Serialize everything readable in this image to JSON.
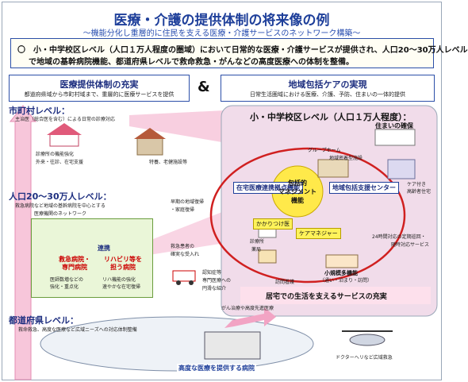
{
  "title": "医療・介護の提供体制の将来像の例",
  "subtitle": "～機能分化し重層的に住民を支える医療・介護サービスのネットワーク構築～",
  "policy": {
    "line1": "〇　小・中学校区レベル（人口１万人程度の圏域）において日常的な医療・介護サービスが提供され、人口20～30万人レベル",
    "line2": "で地域の基幹病院機能、都道府県レベルで救命救急・がんなどの高度医療への体制を整備。"
  },
  "left_header": {
    "title": "医療提供体制の充実",
    "desc": "都道府県域から市町村域まで、重層的に医療サービスを提供"
  },
  "ampersand": "&",
  "right_header": {
    "title": "地域包括ケアの実現",
    "desc": "日常生活圏域における医療、介護、予防、住まいの一体的提供"
  },
  "municipal": {
    "label": "市町村レベル：",
    "desc": "主治医（総合医を含む）による日常の診療対応"
  },
  "clinic_notes": [
    "診療所の機能強化",
    "外来・往診、在宅支援"
  ],
  "special_beds": "特養、老健施設等",
  "pop_level": {
    "label": "人口20～30万人レベル：",
    "desc1": "救急病院など地域の基幹病院を中心とする",
    "desc2": "医療機関のネットワーク"
  },
  "coop_label": "連携",
  "emergency_hospital": {
    "line1": "救急病院・",
    "line2": "専門病院"
  },
  "rehab_hospital": {
    "line1": "リハビリ等を",
    "line2": "担う病院"
  },
  "hospital_notes": {
    "left1": "医師数増などの",
    "left2": "強化・重点化",
    "right1": "リハ機能の強化",
    "right2": "速やかな在宅復帰"
  },
  "early_return": [
    "早期の地域復帰",
    "・家庭復帰"
  ],
  "acceptance": [
    "救急患者の",
    "確実な受入れ"
  ],
  "dementia": [
    "認知症等",
    "専門医療への",
    "円滑な紹介"
  ],
  "prefecture": {
    "label": "都道府県レベル：",
    "desc": "救命救急、高度な医療など広域ニーズへの対応体制整備"
  },
  "cancer_note": "がん治療や高度先進医療",
  "advanced_hospital": "高度な医療を提供する病院",
  "doctor_heli": "ドクターヘリなど広域救急",
  "area": {
    "label": "小・中学校区レベル（人口１万人程度）：",
    "housing": "住まいの確保",
    "group_home": "グループホーム",
    "community_facility": "地域密着型施設",
    "care_housing": [
      "ケア付き",
      "高齢者住宅"
    ],
    "home_care_base": "在宅医療連携拠点機能",
    "center_title": [
      "包括的",
      "マネジメント",
      "機能"
    ],
    "support_center": "地域包括支援センター",
    "family_doctor": "かかりつけ医",
    "care_manager": "ケアマネジャー",
    "patrol_service": [
      "24時間対応の定期巡回・",
      "随時対応サービス"
    ],
    "pharmacy": [
      "薬局",
      "薬局"
    ],
    "pharmacy_full": "薬局",
    "small_multi": "小規模多機能",
    "small_multi_sub": "（通い・泊まり・訪問）",
    "visiting_nurse": "訪問看護",
    "clinic_word": "診療所",
    "footer": "居宅での生活を支えるサービスの充実"
  },
  "colors": {
    "title": "#1e3f9a",
    "red_ring": "#d02020",
    "green_box": "#eaf6d8",
    "arrow_pink": "#f2a4c4",
    "area_bg": "#f1dcea"
  }
}
